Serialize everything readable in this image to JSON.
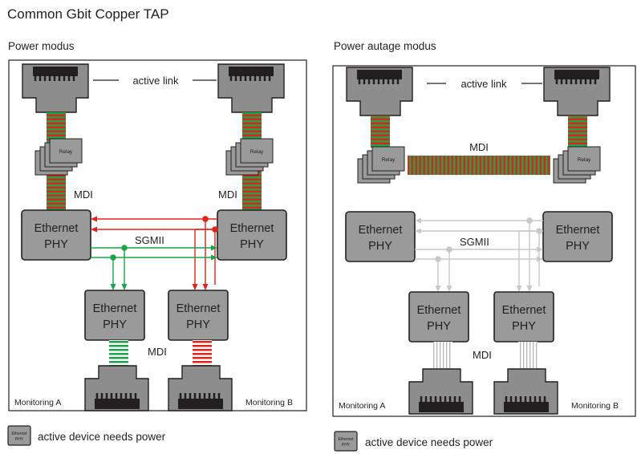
{
  "title": "Common Gbit Copper TAP",
  "panels": [
    {
      "id": "power",
      "title": "Power modus",
      "active_link_label": "active link",
      "mdi_top_left": "MDI",
      "mdi_top_right": "MDI",
      "mdi_horizontal": "",
      "relay_label": "Relay",
      "sgmii_label": "SGMII",
      "phy_line1": "Ethernet",
      "phy_line2": "PHY",
      "mdi_bottom": "MDI",
      "monitoring_a": "Monitoring A",
      "monitoring_b": "Monitoring B"
    },
    {
      "id": "outage",
      "title": "Power autage modus",
      "active_link_label": "active link",
      "mdi_top_left": "",
      "mdi_top_right": "",
      "mdi_horizontal": "MDI",
      "relay_label": "Relay",
      "sgmii_label": "SGMII",
      "phy_line1": "Ethernet",
      "phy_line2": "PHY",
      "mdi_bottom": "MDI",
      "monitoring_a": "Monitoring A",
      "monitoring_b": "Monitoring B"
    }
  ],
  "legend": {
    "icon_line1": "Ethernet",
    "icon_line2": "PHY",
    "text": "active device needs power"
  },
  "colors": {
    "device_fill": "#9a9a9a",
    "jack_fill": "#8d8d8d",
    "red": "#e2231a",
    "green": "#1fa34a",
    "inactive": "#c8c8c8"
  }
}
